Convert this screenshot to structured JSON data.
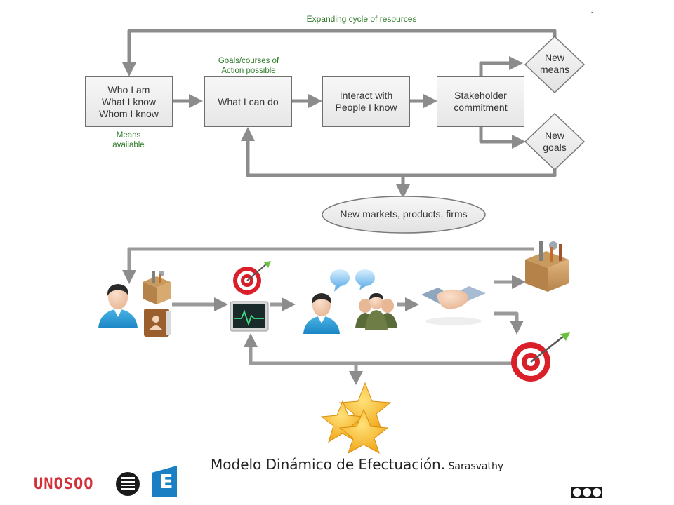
{
  "top_diagram": {
    "cycle_label": "Expanding cycle of resources",
    "box_who": [
      "Who I am",
      "What I know",
      "Whom I know"
    ],
    "means_label": [
      "Means",
      "available"
    ],
    "goals_label": [
      "Goals/courses of",
      "Action possible"
    ],
    "box_what": "What I can do",
    "box_interact": [
      "Interact with",
      "People I know"
    ],
    "box_stakeholder": [
      "Stakeholder",
      "commitment"
    ],
    "diamond_means": [
      "New",
      "means"
    ],
    "diamond_goals": [
      "New",
      "goals"
    ],
    "ellipse_markets": "New markets, products, firms"
  },
  "icons": [
    "person-icon",
    "toolbox-icon",
    "address-book-icon",
    "target-icon",
    "monitor-icon",
    "speech-bubbles-icon",
    "group-icon",
    "handshake-icon",
    "stars-icon"
  ],
  "caption": {
    "title": "Modelo Dinámico de Efectuación.",
    "author": "Sarasvathy"
  },
  "logos": {
    "unosoo": "UNOSOO",
    "e_letter": "E"
  },
  "colors": {
    "arrow": "#8c8c8c",
    "label_green": "#2e7a28",
    "logo_red": "#d4303a",
    "logo_blue": "#1b7fc4"
  }
}
